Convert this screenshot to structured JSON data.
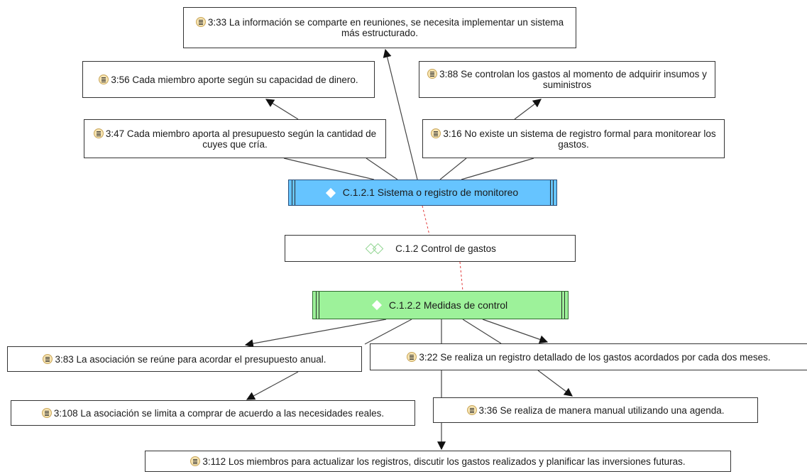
{
  "colors": {
    "code_blue": "#66c4ff",
    "code_green": "#9df29a",
    "edge": "#333333",
    "dashed_edge": "#e23b3b"
  },
  "diagram": {
    "q333": "3:33 La información se comparte en reuniones, se necesita implementar un sistema más estructurado.",
    "q356": "3:56 Cada miembro aporte según su capacidad de dinero.",
    "q388": "3:88 Se controlan los gastos al momento de adquirir insumos y suministros",
    "q347": "3:47 Cada miembro aporta al presupuesto según la cantidad de cuyes que cría.",
    "q316": "3:16 No existe un sistema de registro formal para monitorear los gastos.",
    "c121": "C.1.2.1 Sistema o registro de monitoreo",
    "c12": "C.1.2 Control de gastos",
    "c122": "C.1.2.2 Medidas de control",
    "q383": "3:83 La asociación se reúne para acordar el presupuesto anual.",
    "q322": "3:22 Se realiza un registro detallado de los gastos acordados por cada dos meses.",
    "q3108": "3:108 La asociación se limita a comprar de acuerdo a las necesidades reales.",
    "q336": "3:36 Se realiza de manera manual utilizando una agenda.",
    "q3112": "3:112 Los miembros para actualizar los registros, discutir los gastos realizados y planificar las inversiones futuras."
  }
}
